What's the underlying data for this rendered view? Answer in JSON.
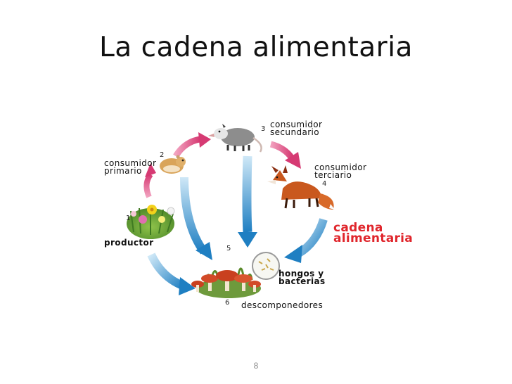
{
  "slide": {
    "title": "La cadena alimentaria",
    "page_number": "8"
  },
  "diagram": {
    "heading_line1": "cadena",
    "heading_line2": "alimentaria",
    "nodes": [
      {
        "number": "1",
        "label": "productor"
      },
      {
        "number": "2",
        "label_line1": "consumidor",
        "label_line2": "primario"
      },
      {
        "number": "3",
        "label_line1": "consumidor",
        "label_line2": "secundario"
      },
      {
        "number": "4",
        "label_line1": "consumidor",
        "label_line2": "terciario"
      },
      {
        "number": "5",
        "label_line1": "hongos y",
        "label_line2": "bacterias"
      },
      {
        "number": "6",
        "label": "descomponedores"
      }
    ],
    "colors": {
      "pink_arrow": "#d63a73",
      "blue_arrow": "#2b8fd0",
      "red_heading": "#e0262c"
    }
  }
}
